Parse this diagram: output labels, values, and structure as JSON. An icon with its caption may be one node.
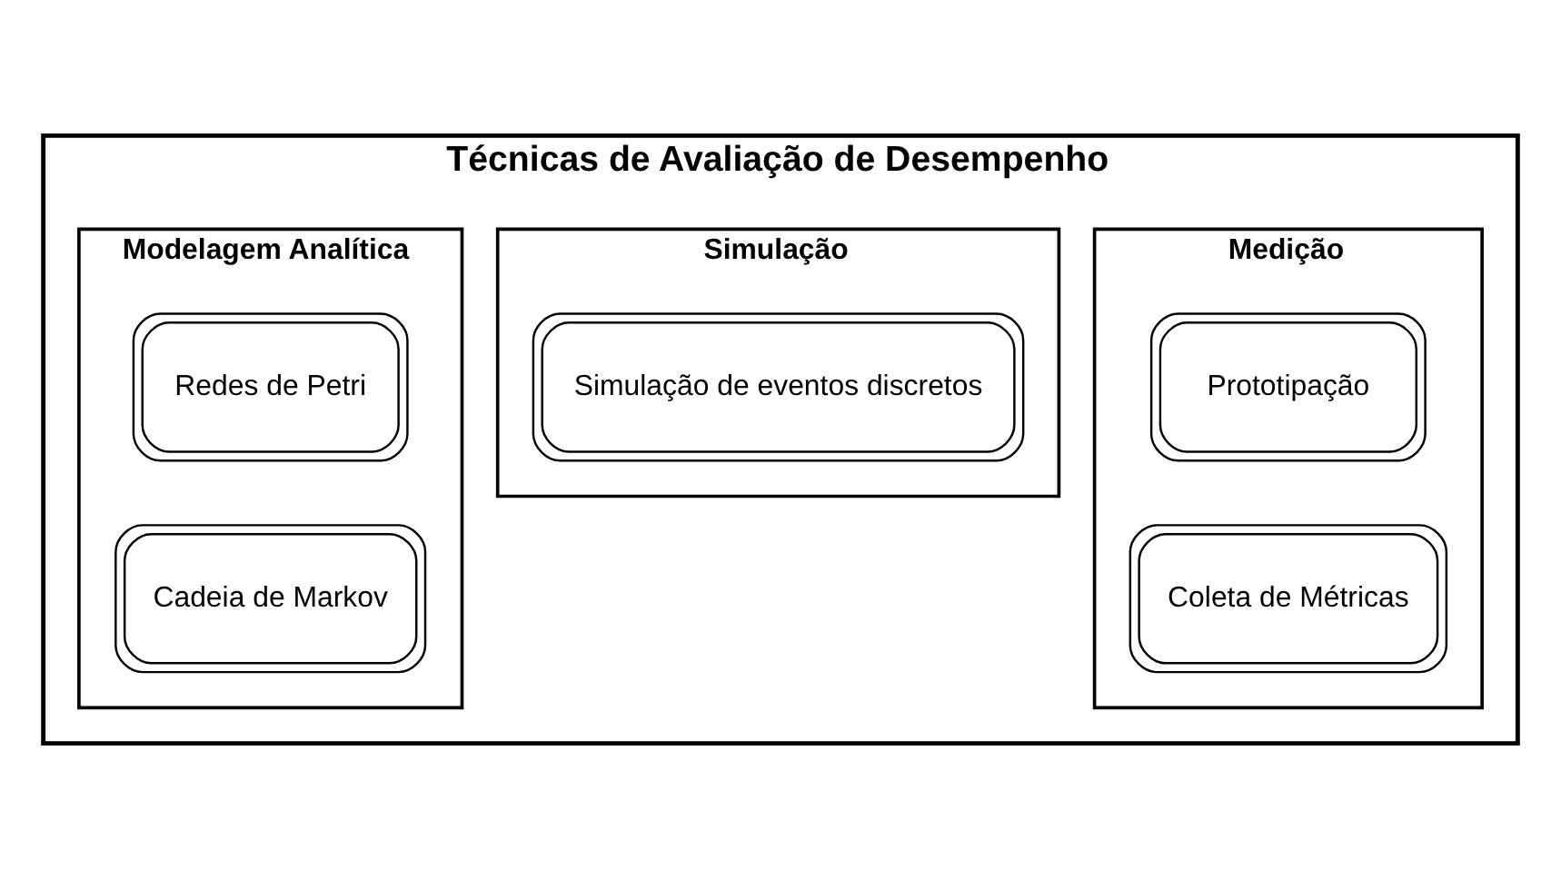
{
  "diagram": {
    "nodes": [
      {
        "text": [
          "Técnicas de Avaliação de Desempenho"
        ]
      },
      {
        "text": [
          "Medição"
        ],
        "in": 0
      },
      {
        "text": [
          "Prototipação"
        ],
        "in": 1
      },
      {
        "text": [
          "Coleta de Métricas"
        ],
        "in": 1
      },
      {
        "text": [
          "Simulação"
        ],
        "in": 0
      },
      {
        "text": [
          "Simulação de eventos discretos"
        ],
        "in": 4
      },
      {
        "text": [
          "Modelagem Analítica"
        ],
        "in": 0
      },
      {
        "text": [
          "Redes de Petri"
        ],
        "in": 6
      },
      {
        "text": [
          "Cadeia de Markov"
        ],
        "in": 6
      }
    ]
  }
}
